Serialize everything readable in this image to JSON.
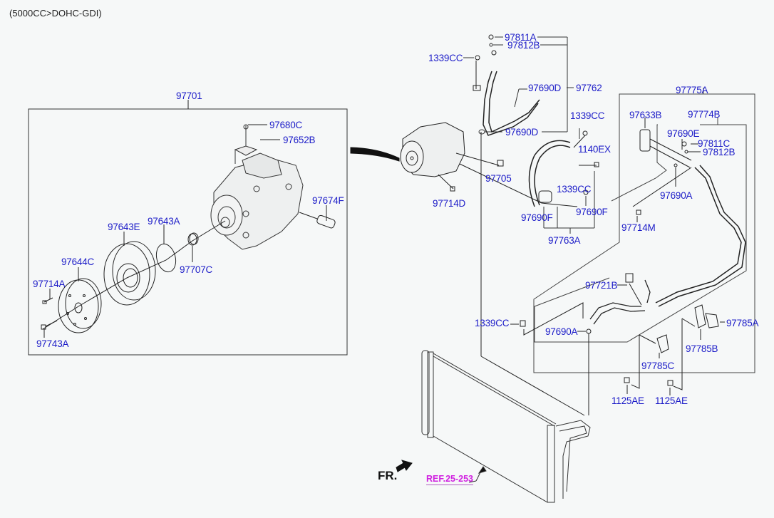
{
  "header": {
    "engine_spec": "(5000CC>DOHC-GDI)"
  },
  "direction_marker": {
    "label": "FR.",
    "icon": "front-arrow-icon"
  },
  "reference_link": {
    "label": "REF.25-253",
    "color": "#d020e0"
  },
  "colors": {
    "label": "#1c1cc8",
    "line": "#222222",
    "background": "#f6f8f8"
  },
  "groups": {
    "compressor_assembly": "97701",
    "discharge_hose_assembly": "97762",
    "suction_pipe_assembly": "97763A",
    "liquid_tube_assembly": "97775A",
    "liquid_tube_sub_assembly": "97774B"
  },
  "parts": {
    "p97680C": "97680C",
    "p97652B": "97652B",
    "p97674F": "97674F",
    "p97643E": "97643E",
    "p97643A": "97643A",
    "p97644C": "97644C",
    "p97707C": "97707C",
    "p97714A": "97714A",
    "p97743A": "97743A",
    "p97811A": "97811A",
    "p97812B_top": "97812B",
    "p1339CC_top": "1339CC",
    "p97690D_a": "97690D",
    "p97690D_b": "97690D",
    "p1339CC_mid": "1339CC",
    "p1140EX": "1140EX",
    "p97705": "97705",
    "p97714D": "97714D",
    "p1339CC_suction": "1339CC",
    "p97690F_a": "97690F",
    "p97690F_b": "97690F",
    "p97633B": "97633B",
    "p97690E": "97690E",
    "p97811C": "97811C",
    "p97812B_right": "97812B",
    "p97690A_top": "97690A",
    "p97714M": "97714M",
    "p97721B": "97721B",
    "p1339CC_low": "1339CC",
    "p97690A_low": "97690A",
    "p97785A": "97785A",
    "p97785B": "97785B",
    "p97785C": "97785C",
    "p1125AE_a": "1125AE",
    "p1125AE_b": "1125AE"
  }
}
